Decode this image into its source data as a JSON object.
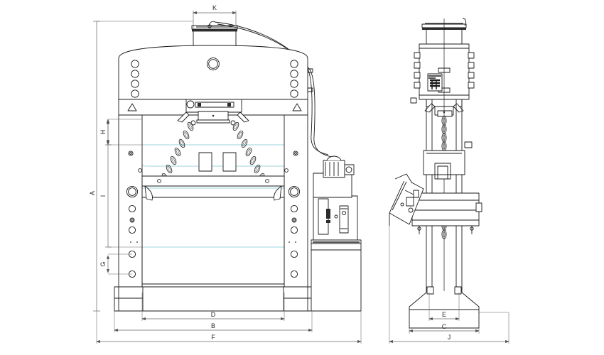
{
  "drawing": {
    "type": "engineering-elevation-drawing",
    "subject": "Hydraulic H-frame shop press",
    "views": [
      {
        "id": "front",
        "name": "Front elevation"
      },
      {
        "id": "side",
        "name": "Side elevation"
      }
    ],
    "colors": {
      "line": "#1a1a1a",
      "thin_line": "#555555",
      "dimension_line": "#666666",
      "overlay_cyan": "#7ec8d4",
      "hatch_fill": "#2b2b2b",
      "background": "#ffffff"
    }
  },
  "dimensions": {
    "front_view": {
      "vertical": [
        {
          "label": "A",
          "name": "overall-height",
          "view": "front"
        },
        {
          "label": "H",
          "name": "upper-opening-height",
          "view": "front"
        },
        {
          "label": "I",
          "name": "daylight-opening-height",
          "view": "front"
        },
        {
          "label": "G",
          "name": "bolster-pin-spacing",
          "view": "front"
        }
      ],
      "horizontal": [
        {
          "label": "K",
          "name": "cylinder-top-width",
          "view": "front"
        },
        {
          "label": "D",
          "name": "inner-clear-width",
          "view": "front"
        },
        {
          "label": "B",
          "name": "frame-width",
          "view": "front"
        },
        {
          "label": "F",
          "name": "overall-width",
          "view": "front"
        }
      ]
    },
    "side_view": {
      "horizontal": [
        {
          "label": "E",
          "name": "column-spacing-depth",
          "view": "side"
        },
        {
          "label": "C",
          "name": "base-depth",
          "view": "side"
        },
        {
          "label": "J",
          "name": "overall-depth",
          "view": "side"
        }
      ]
    },
    "all_labels": [
      "A",
      "B",
      "C",
      "D",
      "E",
      "F",
      "G",
      "H",
      "I",
      "J",
      "K"
    ]
  },
  "components": {
    "front": [
      {
        "name": "hydraulic-cylinder-top",
        "note": "cylinder cap with hose connection"
      },
      {
        "name": "crown-head-beam",
        "note": "curved top crown with 4+4 bolt holes and center ring"
      },
      {
        "name": "ram-platen",
        "note": "movable ram head with lifting lugs"
      },
      {
        "name": "lifting-chain-left",
        "note": "chain sling left"
      },
      {
        "name": "lifting-chain-right",
        "note": "chain sling right"
      },
      {
        "name": "left-column",
        "note": "left frame upright with pin holes"
      },
      {
        "name": "right-column",
        "note": "right frame upright with pin holes"
      },
      {
        "name": "work-table-bolster",
        "note": "adjustable table"
      },
      {
        "name": "base-beam",
        "note": "bottom cross member with feet"
      },
      {
        "name": "hydraulic-power-unit",
        "note": "motor, pump and reservoir tank right side"
      },
      {
        "name": "hose-line",
        "note": "hose from power unit to cylinder"
      },
      {
        "name": "warning-triangle-left",
        "note": "caution marking"
      },
      {
        "name": "warning-triangle-right",
        "note": "caution marking"
      },
      {
        "name": "overlay-travel-outline",
        "note": "cyan phantom outline of alternate table position"
      }
    ],
    "side": [
      {
        "name": "hydraulic-cylinder-top",
        "note": "cylinder cap"
      },
      {
        "name": "crown-head-beam",
        "note": "head block with nameplate"
      },
      {
        "name": "nameplate-label",
        "note": "manufacturer data plate"
      },
      {
        "name": "ram-platen",
        "note": "ram head"
      },
      {
        "name": "lifting-chain-center",
        "note": "chain hanging at centerline"
      },
      {
        "name": "column",
        "note": "upright frame"
      },
      {
        "name": "work-table-bolster",
        "note": "table assembly"
      },
      {
        "name": "control-console",
        "note": "angled operator control panel"
      },
      {
        "name": "flared-base",
        "note": "trapezoidal splayed floor base"
      }
    ]
  }
}
